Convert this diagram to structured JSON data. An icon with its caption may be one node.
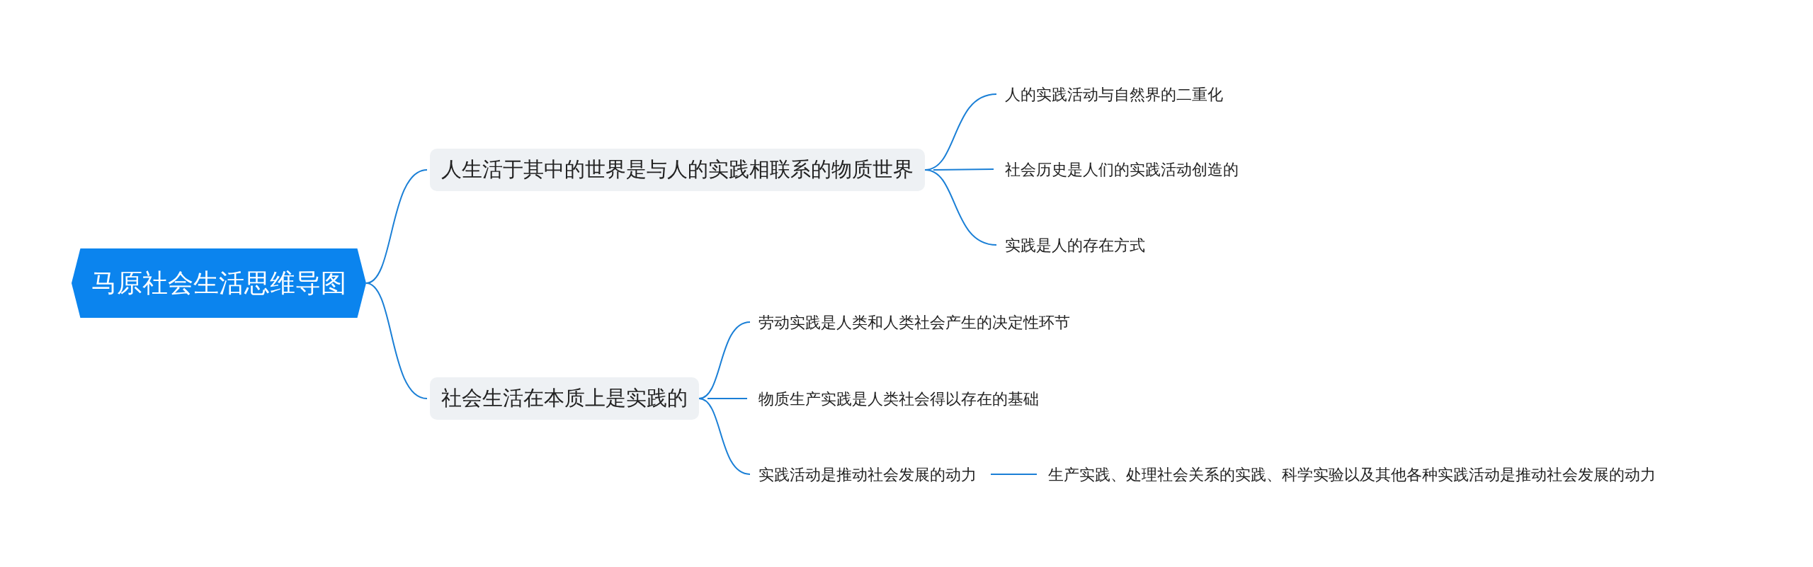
{
  "diagram": {
    "nodes": [
      {
        "text": [
          "马原社会生活思维导图"
        ]
      },
      {
        "text": [
          "人生活于其中的世界是与人的实践相联系的物质世界"
        ]
      },
      {
        "text": [
          "人的实践活动与自然界的二重化"
        ]
      },
      {
        "text": [
          "社会历史是人们的实践活动创造的"
        ]
      },
      {
        "text": [
          "实践是人的存在方式"
        ]
      },
      {
        "text": [
          "社会生活在本质上是实践的"
        ]
      },
      {
        "text": [
          "劳动实践是人类和人类社会产生的决定性环节"
        ]
      },
      {
        "text": [
          "物质生产实践是人类社会得以存在的基础"
        ]
      },
      {
        "text": [
          "实践活动是推动社会发展的动力"
        ]
      },
      {
        "text": [
          "生产实践、处理社会关系的实践、科学实验以及其他各种实践活动是推动社会发展的动力"
        ]
      }
    ],
    "edges": [
      {
        "from": 0,
        "to": 1,
        "arrow": "none"
      },
      {
        "from": 1,
        "to": 2,
        "arrow": "none"
      },
      {
        "from": 1,
        "to": 3,
        "arrow": "none"
      },
      {
        "from": 1,
        "to": 4,
        "arrow": "none"
      },
      {
        "from": 0,
        "to": 5,
        "arrow": "none"
      },
      {
        "from": 5,
        "to": 6,
        "arrow": "none"
      },
      {
        "from": 5,
        "to": 7,
        "arrow": "none"
      },
      {
        "from": 5,
        "to": 8,
        "arrow": "none"
      },
      {
        "from": 8,
        "to": 9,
        "arrow": "none"
      }
    ]
  }
}
